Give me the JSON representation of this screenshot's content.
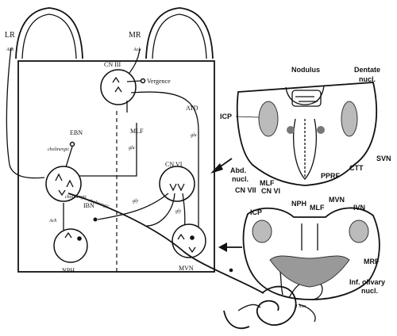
{
  "eyes": {
    "left": {
      "name": "LR",
      "note": "Ach"
    },
    "right": {
      "name": "MR",
      "note": "Ach"
    }
  },
  "nuclei": {
    "cn3": "CN III",
    "cn6": "CN VI",
    "nph": "NPH",
    "mvn": "MVN",
    "ibn": "IBN",
    "ebn": "EBN"
  },
  "pathways": {
    "vergence": "Vergence",
    "mlf": "MLF",
    "atd": "ATD"
  },
  "transmitters": {
    "cholinergic": "cholinergic",
    "cholinergic2": "cholinergic",
    "ach_nph": "Ach",
    "glu1": "glu",
    "glu2": "glu",
    "gly1": "gly",
    "gly2": "gly"
  },
  "upper_section": {
    "nodulus": "Nodulus",
    "dentate": "Dentate",
    "dentate2": "nucl.",
    "icp": "ICP",
    "svn": "SVN",
    "ctt": "CTT",
    "pprf": "PPRF",
    "abd": "Abd.",
    "abd2": "nucl.",
    "mlf": "MLF",
    "cn7": "CN VII",
    "cn6": "CN VI"
  },
  "lower_section": {
    "icp": "ICP",
    "nph": "NPH",
    "mlf": "MLF",
    "mvn": "MVN",
    "ivn": "IVN",
    "mrf": "MRF",
    "inf1": "Inf. olivary",
    "inf2": "nucl.",
    "scale": "1 mm"
  }
}
